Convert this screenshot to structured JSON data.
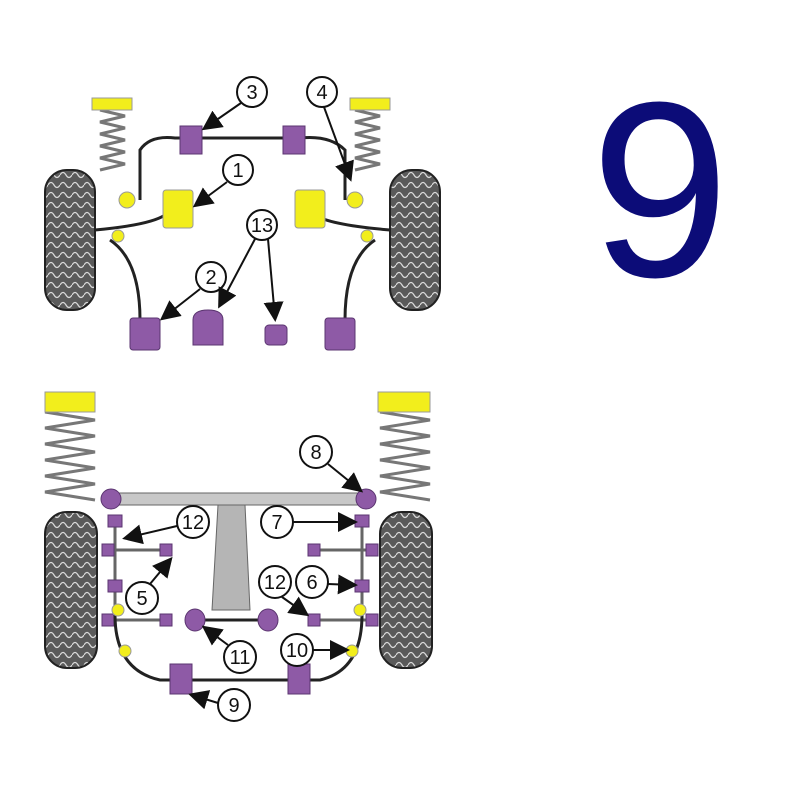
{
  "big_number": "9",
  "colors": {
    "number": "#0c0c78",
    "bush_yellow": "#f2ee1c",
    "bush_purple": "#8e5aa6",
    "tyre": "#4a4a4a",
    "spring": "#8a8a8a",
    "body": "#c8c8c8"
  },
  "front_labels": [
    "3",
    "4",
    "1",
    "13",
    "2"
  ],
  "rear_labels": [
    "8",
    "12",
    "7",
    "12",
    "6",
    "5",
    "10",
    "11",
    "9"
  ]
}
